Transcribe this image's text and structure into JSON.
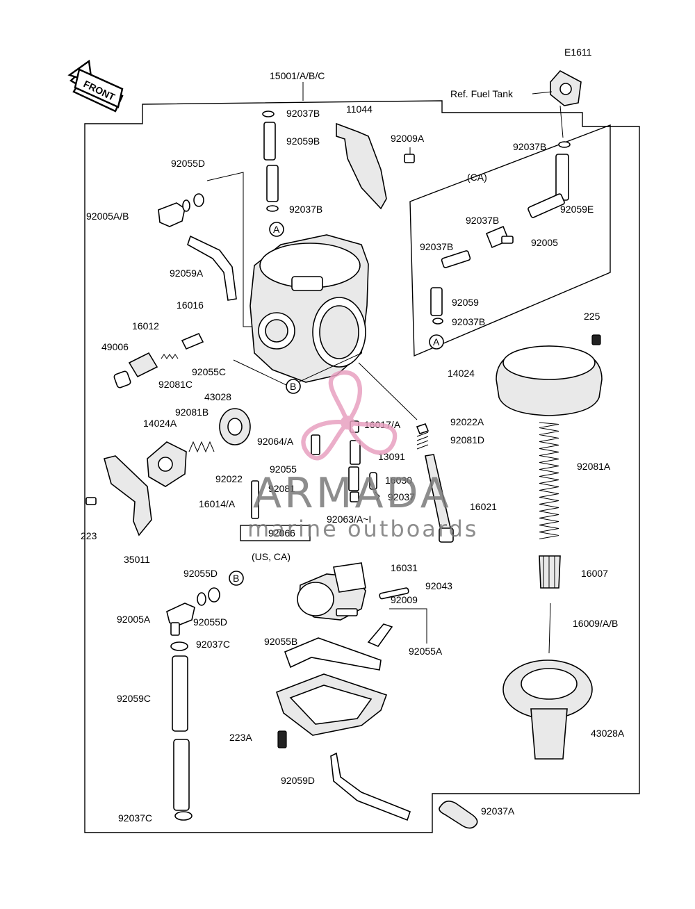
{
  "diagram": {
    "code": "E1611",
    "assembly_label": "15001/A/B/C",
    "front_label": "FRONT",
    "ref_label": "Ref. Fuel Tank",
    "ca_label": "(CA)",
    "us_ca_label": "(US, CA)",
    "markers": {
      "a": "A",
      "b": "B"
    },
    "parts": {
      "p92037B_top": "92037B",
      "p92059B": "92059B",
      "p92037B_mid": "92037B",
      "p11044": "11044",
      "p92009A": "92009A",
      "p92037B_ca": "92037B",
      "p92059E": "92059E",
      "p92037B_ca2": "92037B",
      "p92005_ca": "92005",
      "p92037B_ca3": "92037B",
      "p92059_ca": "92059",
      "p92037B_ca4": "92037B",
      "p92055D": "92055D",
      "p92005AB": "92005A/B",
      "p92059A": "92059A",
      "p16016": "16016",
      "p16012": "16012",
      "p49006": "49006",
      "p92081C": "92081C",
      "p92055C": "92055C",
      "p43028": "43028",
      "p92081B": "92081B",
      "p14024A": "14024A",
      "p225": "225",
      "p14024": "14024",
      "p16017A": "16017/A",
      "p92022A": "92022A",
      "p92064A": "92064/A",
      "p92081D": "92081D",
      "p13091": "13091",
      "p92055": "92055",
      "p92022": "92022",
      "p16030": "16030",
      "p92081": "92081",
      "p92037": "92037",
      "p16014A": "16014/A",
      "p92063A": "92063/A~I",
      "p16021": "16021",
      "p92081A": "92081A",
      "p223": "223",
      "p92066": "92066",
      "p35011": "35011",
      "p16031": "16031",
      "p16007": "16007",
      "p92055D_b1": "92055D",
      "p92043": "92043",
      "p92009": "92009",
      "p92055D_b2": "92055D",
      "p92005A": "92005A",
      "p16009AB": "16009/A/B",
      "p92037C_a": "92037C",
      "p92055B": "92055B",
      "p92055A": "92055A",
      "p92059C": "92059C",
      "p43028A": "43028A",
      "p223A": "223A",
      "p92059D": "92059D",
      "p92037A": "92037A",
      "p92037C_b": "92037C"
    }
  },
  "watermark": {
    "brand": "ARMADA",
    "tagline": "marine outboards",
    "color": "#e8a0c0"
  }
}
